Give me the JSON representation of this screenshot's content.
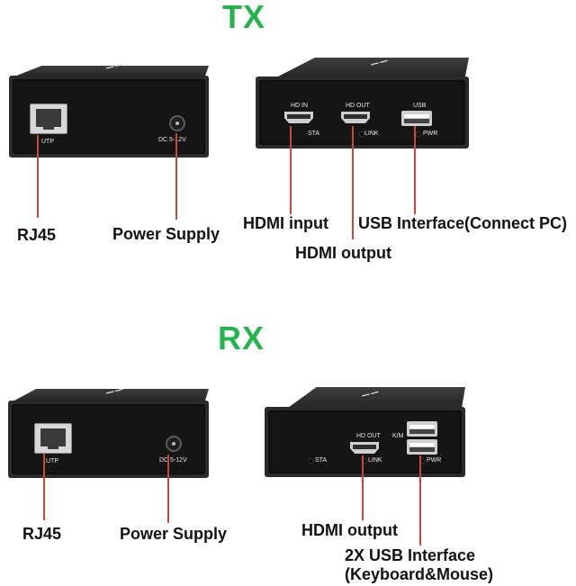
{
  "tx": {
    "title": "TX",
    "left_device": {
      "port_utp": "UTP",
      "port_dc": "DC 5-12V"
    },
    "right_device": {
      "hdmi_in": "HD IN",
      "hdmi_out": "HD OUT",
      "usb": "USB",
      "sta": "STA",
      "link": "LINK",
      "pwr": "PWR"
    },
    "callouts": {
      "rj45": "RJ45",
      "power": "Power Supply",
      "hdmi_input": "HDMI input",
      "usb_interface": "USB Interface(Connect PC)",
      "hdmi_output": "HDMI output"
    }
  },
  "rx": {
    "title": "RX",
    "left_device": {
      "port_utp": "UTP",
      "port_dc": "DC 5-12V"
    },
    "right_device": {
      "hdmi_out": "HD OUT",
      "km": "K/M",
      "sta": "STA",
      "link": "LINK",
      "pwr": "PWR"
    },
    "callouts": {
      "rj45": "RJ45",
      "power": "Power Supply",
      "hdmi_output": "HDMI output",
      "usb_line1": "2X USB Interface",
      "usb_line2": "(Keyboard&Mouse)"
    }
  },
  "colors": {
    "title": "#25b34b",
    "leader": "#c9483a",
    "device": "#1f1f1f"
  }
}
